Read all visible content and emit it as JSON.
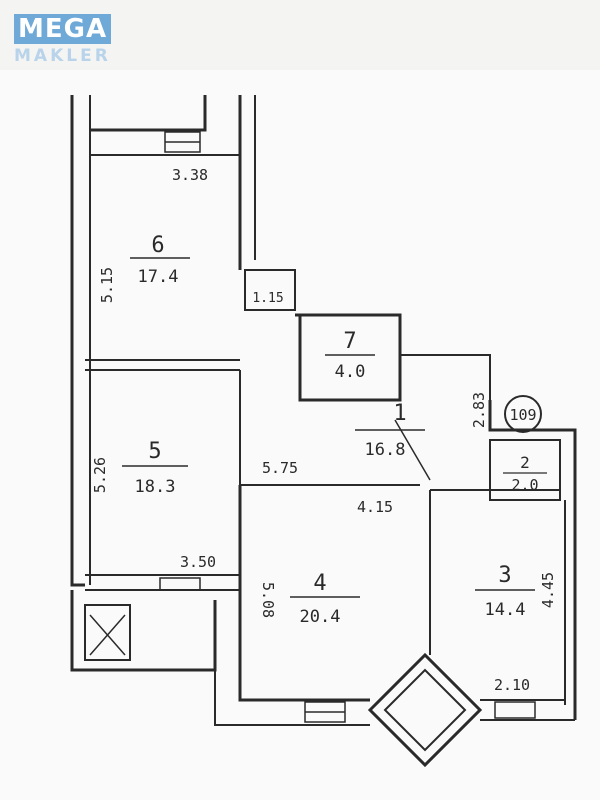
{
  "watermark": {
    "line1": "MEGA",
    "line2": "MAKLER"
  },
  "apartment_number": "109",
  "rooms": [
    {
      "id": "6",
      "area": "17.4"
    },
    {
      "id": "5",
      "area": "18.3"
    },
    {
      "id": "7",
      "area": "4.0"
    },
    {
      "id": "1",
      "area": "16.8"
    },
    {
      "id": "2",
      "area": "2.0"
    },
    {
      "id": "4",
      "area": "20.4"
    },
    {
      "id": "3",
      "area": "14.4"
    }
  ],
  "dimensions": {
    "room6_width": "3.38",
    "room6_length": "5.15",
    "small_hall": "1.15",
    "room5_length": "5.26",
    "room5_width": "3.50",
    "corridor": "5.75",
    "hall_width": "4.15",
    "hall_depth": "2.83",
    "room4_length": "5.08",
    "room3_length": "4.45",
    "room3_width": "2.10"
  },
  "colors": {
    "ink": "#2a2a2a",
    "paper": "#fafafa",
    "brand": "#6ea9d8"
  }
}
